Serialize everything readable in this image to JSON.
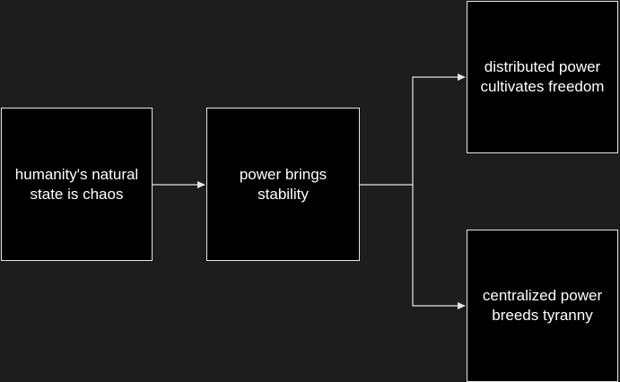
{
  "diagram": {
    "nodes": {
      "chaos": {
        "label": "humanity's natural\nstate is chaos"
      },
      "stability": {
        "label": "power brings\nstability"
      },
      "freedom": {
        "label": "distributed power\ncultivates freedom"
      },
      "tyranny": {
        "label": "centralized power\nbreeds tyranny"
      }
    },
    "edges": [
      {
        "from": "chaos",
        "to": "stability"
      },
      {
        "from": "stability",
        "to": "freedom"
      },
      {
        "from": "stability",
        "to": "tyranny"
      }
    ]
  }
}
